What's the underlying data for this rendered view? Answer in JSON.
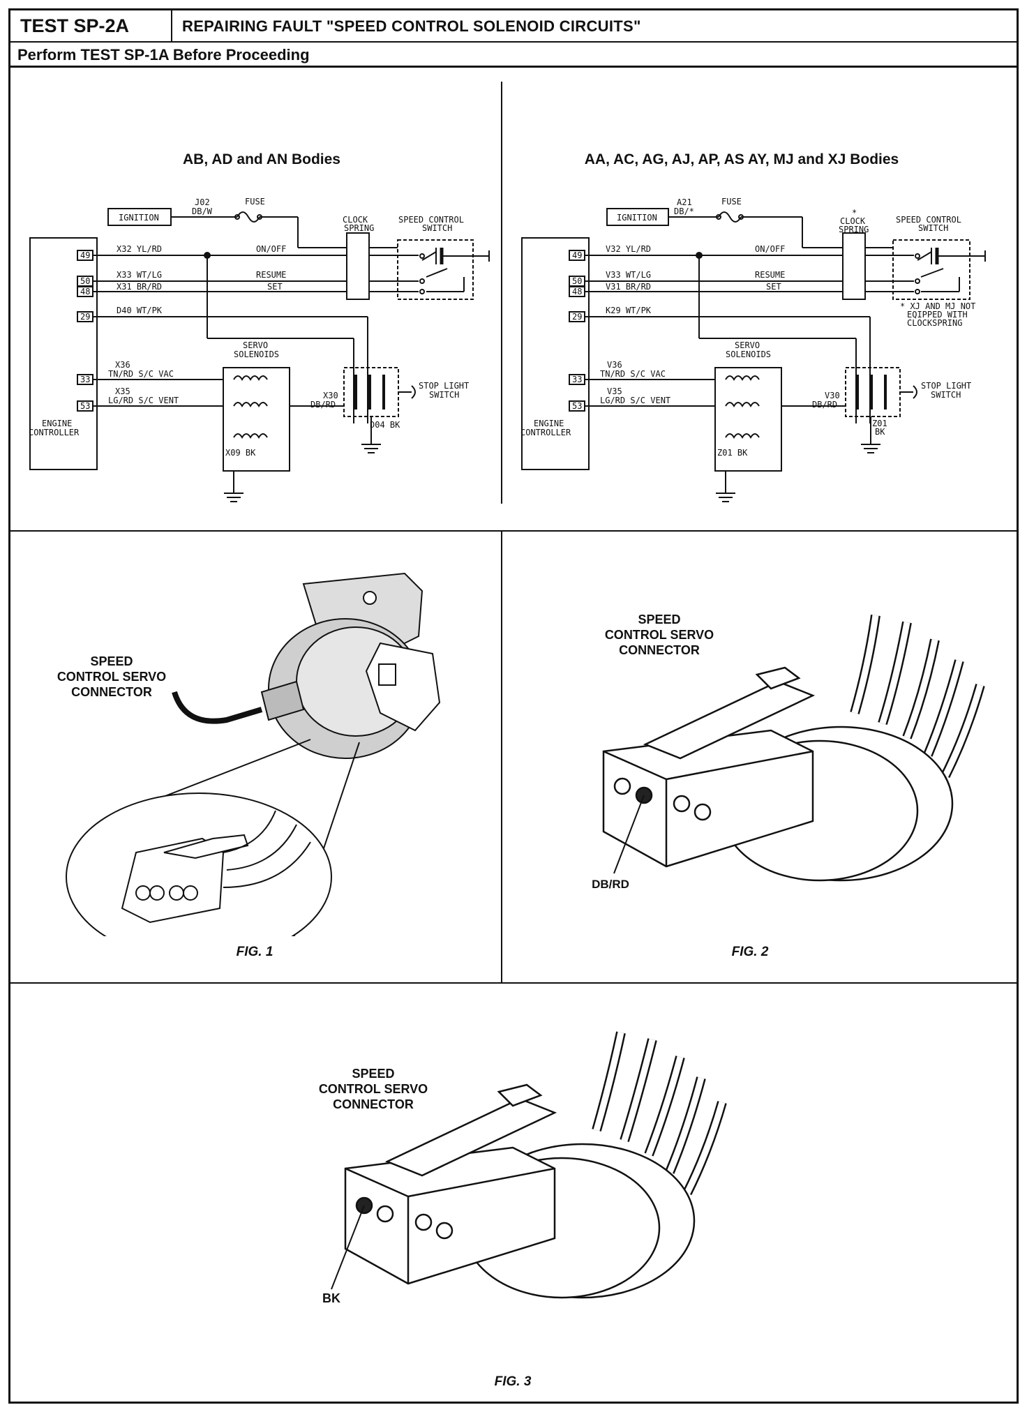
{
  "header": {
    "test_id": "TEST SP-2A",
    "title": "REPAIRING FAULT \"SPEED CONTROL SOLENOID CIRCUITS\"",
    "subtitle": "Perform TEST SP-1A Before Proceeding"
  },
  "left_diagram": {
    "heading": "AB, AD and AN Bodies",
    "ignition": "IGNITION",
    "feed_circuit": "J02",
    "feed_color": "DB/W",
    "fuse": "FUSE",
    "clock_spring": [
      "CLOCK",
      "SPRING"
    ],
    "switch_label": [
      "SPEED CONTROL",
      "SWITCH"
    ],
    "pins": [
      "49",
      "50",
      "48",
      "29",
      "33",
      "53"
    ],
    "wires": {
      "on_off": "X32 YL/RD",
      "resume": "X33 WT/LG",
      "set": "X31 BR/RD",
      "brake": "D40 WT/PK",
      "vac_code": "X36",
      "vac": "TN/RD S/C VAC",
      "vent_code": "X35",
      "vent": "LG/RD S/C VENT",
      "stop_code": "X30",
      "stop_color": "DB/RD"
    },
    "func": {
      "on_off": "ON/OFF",
      "resume": "RESUME",
      "set": "SET"
    },
    "servo": [
      "SERVO",
      "SOLENOIDS"
    ],
    "stop_light": [
      "STOP LIGHT",
      "SWITCH"
    ],
    "stop_ground": "D04 BK",
    "servo_ground": "X09 BK",
    "controller": [
      "ENGINE",
      "CONTROLLER"
    ]
  },
  "right_diagram": {
    "heading": "AA, AC, AG, AJ, AP, AS AY, MJ and XJ Bodies",
    "ignition": "IGNITION",
    "feed_circuit": "A21",
    "feed_color": "DB/*",
    "fuse": "FUSE",
    "clock_spring": [
      "*",
      "CLOCK",
      "SPRING"
    ],
    "switch_label": [
      "SPEED CONTROL",
      "SWITCH"
    ],
    "pins": [
      "49",
      "50",
      "48",
      "29",
      "33",
      "53"
    ],
    "wires": {
      "on_off": "V32 YL/RD",
      "resume": "V33 WT/LG",
      "set": "V31 BR/RD",
      "brake": "K29 WT/PK",
      "vac_code": "V36",
      "vac": "TN/RD S/C VAC",
      "vent_code": "V35",
      "vent": "LG/RD S/C VENT",
      "stop_code": "V30",
      "stop_color": "DB/RD"
    },
    "func": {
      "on_off": "ON/OFF",
      "resume": "RESUME",
      "set": "SET"
    },
    "note": [
      "* XJ AND MJ NOT",
      "EQIPPED WITH",
      "CLOCKSPRING"
    ],
    "servo": [
      "SERVO",
      "SOLENOIDS"
    ],
    "stop_light": [
      "STOP LIGHT",
      "SWITCH"
    ],
    "stop_ground": [
      "Z01",
      "BK"
    ],
    "servo_ground": "Z01 BK",
    "controller": [
      "ENGINE",
      "CONTROLLER"
    ]
  },
  "fig1": {
    "label": [
      "SPEED",
      "CONTROL SERVO",
      "CONNECTOR"
    ],
    "caption": "FIG. 1"
  },
  "fig2": {
    "label": [
      "SPEED",
      "CONTROL SERVO",
      "CONNECTOR"
    ],
    "callout": "DB/RD",
    "caption": "FIG. 2"
  },
  "fig3": {
    "label": [
      "SPEED",
      "CONTROL SERVO",
      "CONNECTOR"
    ],
    "callout": "BK",
    "caption": "FIG. 3"
  }
}
